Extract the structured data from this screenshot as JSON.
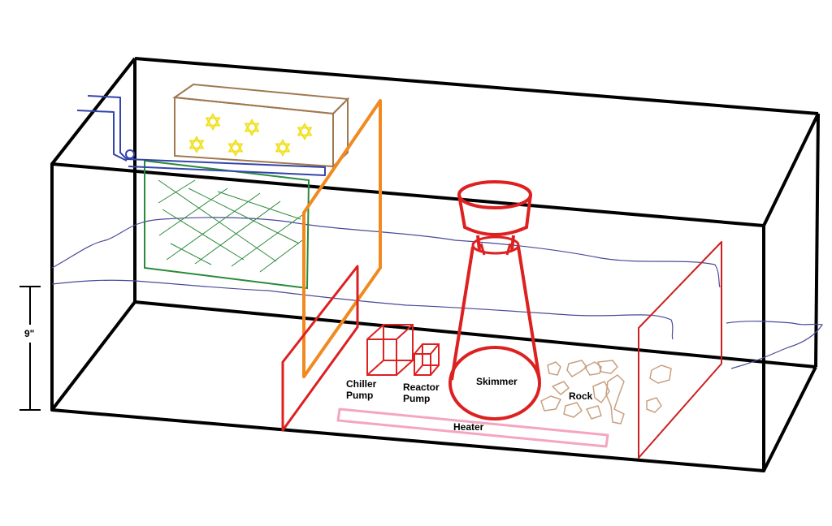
{
  "labels": {
    "chiller_line1": "Chiller",
    "chiller_line2": "Pump",
    "reactor_line1": "Reactor",
    "reactor_line2": "Pump",
    "skimmer": "Skimmer",
    "rock": "Rock",
    "heater": "Heater",
    "water_depth": "9\""
  },
  "colors": {
    "tank": "#000000",
    "water_line": "#4a4a9a",
    "plumbing": "#3344aa",
    "light_fixture": "#a07850",
    "stars": "#f0e020",
    "filter_frame": "#2a8a3a",
    "baffle_orange": "#f08a20",
    "equipment": "#dd2020",
    "heater": "#f4a6c0",
    "rock": "#c8a080"
  }
}
